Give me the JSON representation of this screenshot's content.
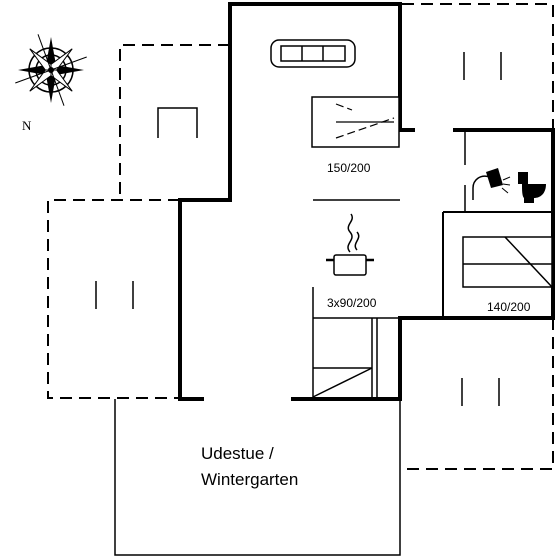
{
  "compass": {
    "north_label": "N"
  },
  "beds": {
    "bed_1_label": "150/200",
    "bed_2_label": "3x90/200",
    "bed_3_label": "140/200"
  },
  "rooms": {
    "sunroom_line1": "Udestue /",
    "sunroom_line2": "Wintergarten"
  },
  "icons": [
    "compass-rose-icon",
    "sofa-icon",
    "cooking-pot-icon",
    "shower-icon",
    "toilet-icon",
    "window-icon"
  ]
}
